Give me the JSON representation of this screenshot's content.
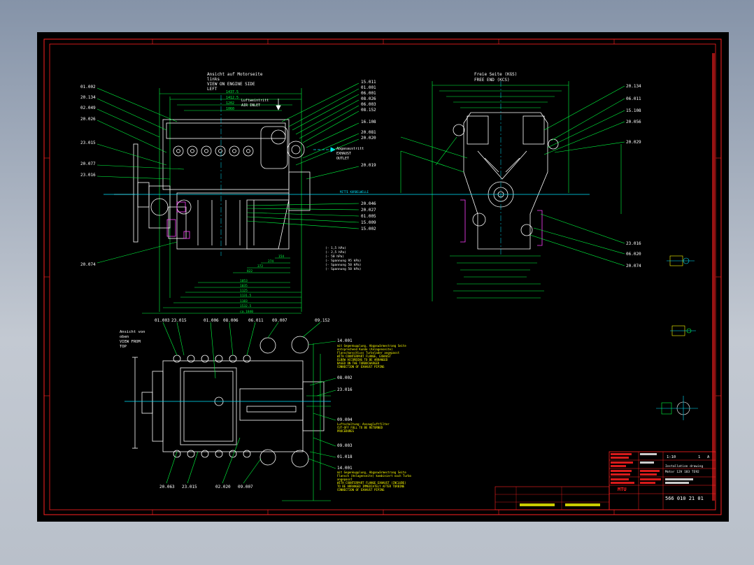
{
  "colors": {
    "background": "#000000",
    "frame": "#ff2020",
    "geometry": "#ffffff",
    "dimension": "#00ff40",
    "centerline": "#00e5ff",
    "notes": "#ffff00",
    "magenta": "#ff40ff",
    "title_block_red": "#ff2020",
    "title_block_white": "#ffffff"
  },
  "views": {
    "left": {
      "title_de": "Ansicht auf Motorseite",
      "title_de2": "links",
      "title_en": "VIEW ON ENGINE SIDE",
      "title_en2": "LEFT",
      "air_inlet_de": "Luftweintritt",
      "air_inlet_en": "AIR INLET",
      "exhaust_de": "Abgasaustritt",
      "exhaust_en": "EXHAUST",
      "exhaust_en2": "OUTLET",
      "notes": [
        "(- 1,5 hPa)",
        "(- 2,5 hPa)",
        "(- 50 hPa)",
        "(- Spannung 95 kPa)",
        "(- Spannung 50 kPa)",
        "(- Spannung 50 kPa)"
      ],
      "top_dims": [
        "1437.5",
        "1412.5",
        "1202",
        "1060"
      ],
      "bottom_dims": [
        "154",
        "274",
        "372",
        "822",
        "1053",
        "1035",
        "1125",
        "1131.5",
        "1183",
        "1532.5",
        "ca.1840"
      ],
      "callouts_left": [
        "01.002",
        "20.134",
        "02.049",
        "20.026",
        "23.015",
        "20.077",
        "23.016",
        "20.074"
      ],
      "callouts_right": [
        "15.011",
        "01.001",
        "06.001",
        "08.026",
        "06.003",
        "08.152",
        "16.108",
        "20.081",
        "20.020",
        "20.019",
        "20.046",
        "20.027",
        "01.005",
        "15.009",
        "15.002"
      ]
    },
    "front": {
      "title_de": "Freie Seite (KGS)",
      "title_en": "FREE END (KCS)",
      "callouts_right": [
        "20.134",
        "06.011",
        "15.108",
        "20.056",
        "20.029",
        "23.016",
        "06.020",
        "20.074"
      ],
      "centerline_label": "MITTE KURBELWELLE"
    },
    "top": {
      "title_de": "Ansicht von",
      "title_de2": "oben",
      "title_en": "VIEW FROM",
      "title_en2": "TOP",
      "callouts_top": [
        "01.003",
        "23.015",
        "01.006",
        "08.006",
        "06.011",
        "09.007",
        "09.152"
      ],
      "callouts_right": [
        "14.001",
        "08.002",
        "23.016",
        "09.004",
        "09.003",
        "01.018",
        "14.001"
      ],
      "callouts_bottom": [
        "20.063",
        "23.015",
        "02.020",
        "09.007"
      ],
      "note_1": [
        "mit Gegenkupplung, Abgaswärmestrang Seite",
        "entsprechend Kunde (Anlagenseite)",
        "Flanschanschluss Turbolader angepasst",
        "WITH COUNTERPART FLANGE, EXHAUST",
        "ELBOW ACCORDING TO BE ARRANGED",
        "BASED ON THE TURBOCHARGER",
        "CONNECTION OF EXHAUST PIPING"
      ],
      "note_2": [
        "Luftschaltung: Ansaugluftfilter",
        "CUT-OFF FULL TO BE RETURNED",
        "PROCEDURES"
      ],
      "note_3": [
        "mit Gegenkupplung, Abgaswärmestrang Seite",
        "Flansch (Anlagenseite) kombiniert nach Turbo",
        "angepasst",
        "WITH COUNTERPART FLANGE EXHAUST (INCLUDE)",
        "TO BE ARRANGED IMMEDIATELY AFTER TURBINE",
        "CONNECTION OF EXHAUST PIPING"
      ]
    }
  },
  "title_block": {
    "drawing_number": "566 010 21 01",
    "scale": "1:10",
    "sheet": "1",
    "revision": "A",
    "company": "MTU",
    "description_de": "Motor 12V 183 TE92",
    "description_en": "Installation drawing"
  }
}
